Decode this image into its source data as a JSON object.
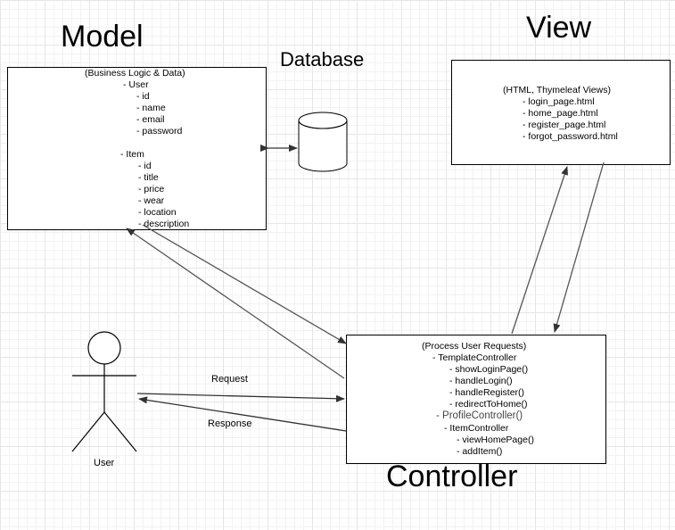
{
  "titles": {
    "model": "Model",
    "view": "View",
    "database": "Database",
    "controller": "Controller"
  },
  "model_box": {
    "header": "(Business Logic & Data)",
    "user_title": "- User",
    "user_fields": [
      "- id",
      "- name",
      "- email",
      "- password"
    ],
    "item_title": "- Item",
    "item_fields": [
      "- id",
      "- title",
      "- price",
      "- wear",
      "- location",
      "- description"
    ]
  },
  "view_box": {
    "header": "(HTML, Thymeleaf Views)",
    "files": [
      "- login_page.html",
      "- home_page.html",
      "- register_page.html",
      "- forgot_password.html"
    ]
  },
  "controller_box": {
    "header": "(Process User Requests)",
    "template_controller": "- TemplateController",
    "template_methods": [
      "- showLoginPage()",
      "- handleLogin()",
      "- handleRegister()",
      "- redirectToHome()"
    ],
    "profile_controller": "- ProfileController()",
    "item_controller": "- ItemController",
    "item_methods": [
      "- viewHomePage()",
      "- addItem()"
    ]
  },
  "actor": {
    "label": "User"
  },
  "arrows": {
    "request": "Request",
    "response": "Response"
  },
  "colors": {
    "profile_controller_text": "#444444",
    "line": "#333333"
  }
}
